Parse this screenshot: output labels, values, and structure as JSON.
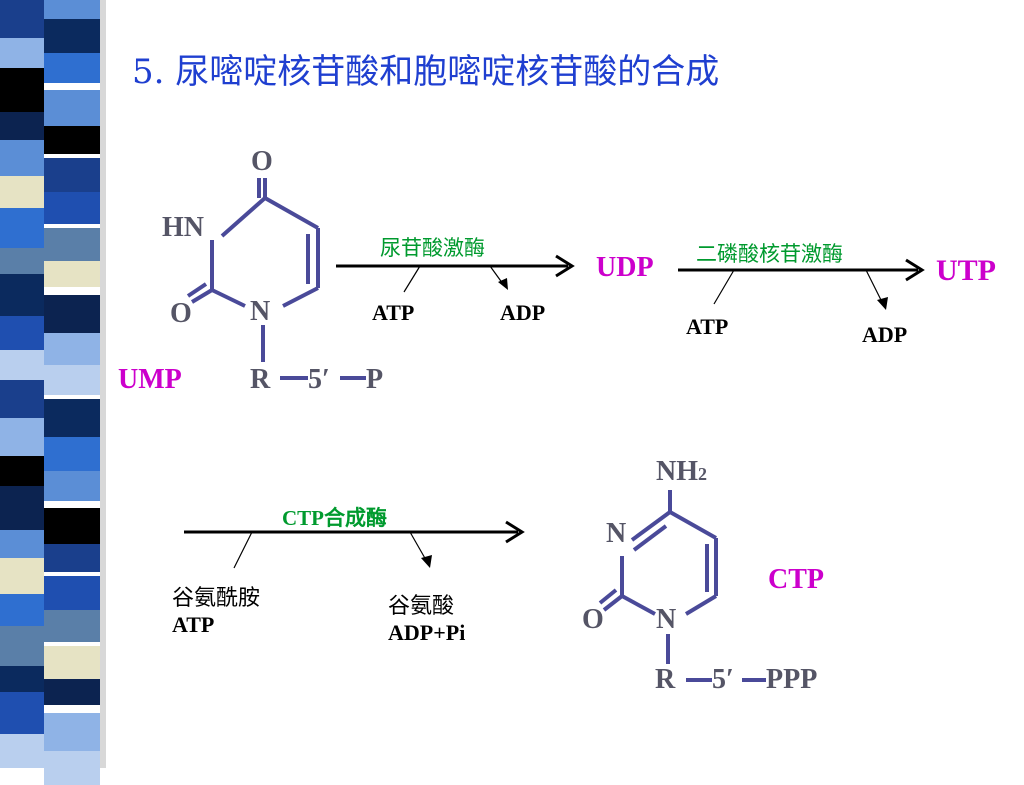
{
  "title": "5.  尿嘧啶核苷酸和胞嘧啶核苷酸的合成",
  "ump_structure": {
    "o_top": "O",
    "hn": "HN",
    "o_left": "O",
    "n": "N",
    "r": "R",
    "five_prime": "5′",
    "p": "P"
  },
  "ump_label": "UMP",
  "reaction1": {
    "enzyme": "尿苷酸激酶",
    "input": "ATP",
    "output": "ADP"
  },
  "udp_label": "UDP",
  "reaction2": {
    "enzyme": "二磷酸核苷激酶",
    "input": "ATP",
    "output": "ADP"
  },
  "utp_label": "UTP",
  "reaction3": {
    "enzyme": "CTP合成酶",
    "input_line1": "谷氨酰胺",
    "input_line2": "ATP",
    "output_line1": "谷氨酸",
    "output_line2": "ADP+Pi"
  },
  "ctp_structure": {
    "nh2": "NH",
    "nh2_sub": "2",
    "n_top": "N",
    "o_left": "O",
    "n": "N",
    "r": "R",
    "five_prime": "5′",
    "ppp": "PPP"
  },
  "ctp_label": "CTP",
  "colors": {
    "title": "#1f3fd0",
    "enzyme": "#009a2e",
    "product": "#cc00cc",
    "bond": "#4a4a99"
  }
}
